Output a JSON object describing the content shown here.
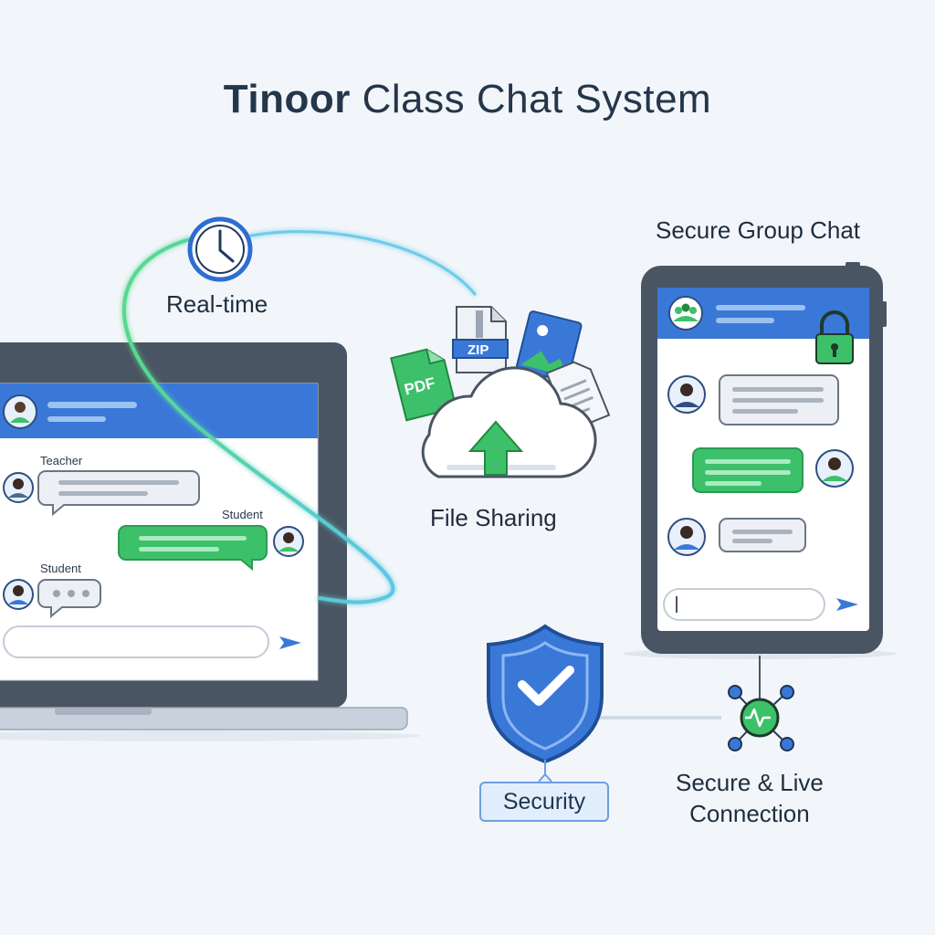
{
  "title": {
    "brand": "Tinoor",
    "rest": "Class Chat System"
  },
  "features": {
    "realtime": "Real-time",
    "file_sharing": "File Sharing",
    "group_chat": "Secure Group Chat",
    "security": "Security",
    "live_line1": "Secure & Live",
    "live_line2": "Connection"
  },
  "laptop_chat": {
    "teacher_label": "Teacher",
    "student_label_1": "Student",
    "student_label_2": "Student"
  },
  "file_badges": {
    "pdf": "PDF",
    "zip": "ZIP"
  },
  "icons": [
    "clock-icon",
    "cloud-upload-icon",
    "pdf-file-icon",
    "zip-file-icon",
    "image-file-icon",
    "document-file-icon",
    "lock-icon",
    "shield-check-icon",
    "network-pulse-icon",
    "send-icon",
    "group-icon",
    "avatar-icon"
  ],
  "colors": {
    "primary_blue": "#3a78d8",
    "accent_green": "#3cc16a",
    "frame": "#4a5563",
    "background": "#f2f6fa"
  }
}
